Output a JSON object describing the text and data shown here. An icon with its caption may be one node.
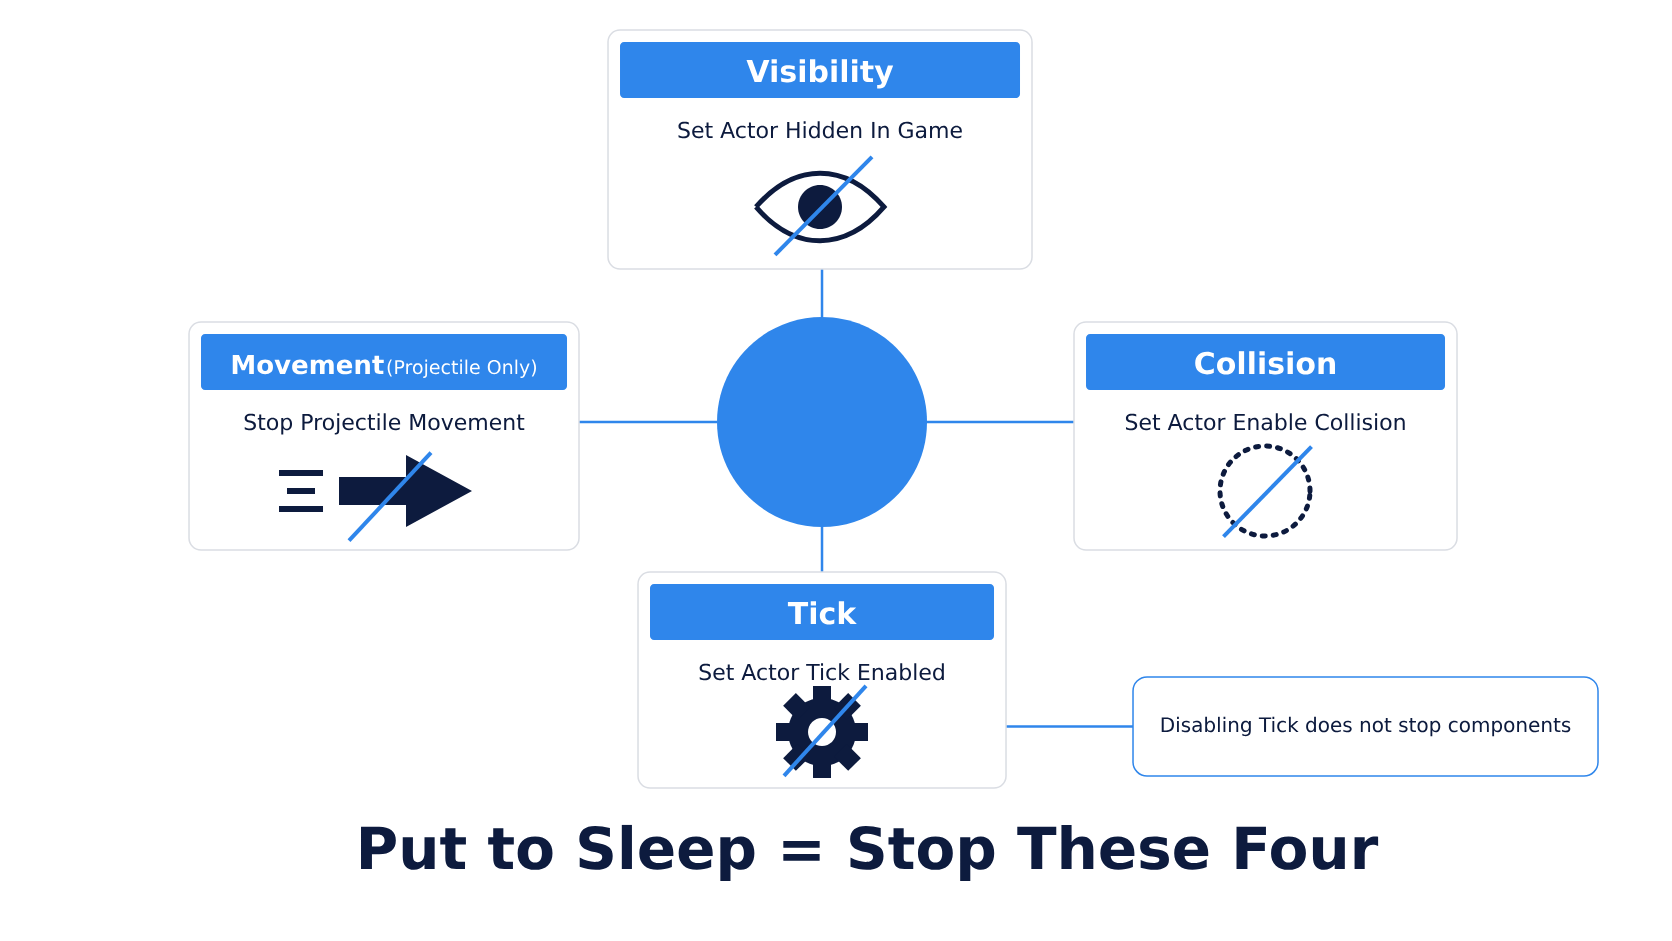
{
  "diagram": {
    "title": "Put to Sleep = Stop These Four",
    "nodes": [
      {
        "text": [
          "Visibility",
          "Set Actor Hidden In Game"
        ]
      },
      {
        "text": [
          "Movement",
          "(Projectile Only)",
          "Stop Projectile Movement"
        ]
      },
      {
        "text": [],
        "shape": "circle"
      },
      {
        "text": [
          "Collision",
          "Set Actor Enable Collision"
        ]
      },
      {
        "text": [
          "Tick",
          "Set Actor Tick Enabled"
        ]
      },
      {
        "text": [
          "Disabling Tick does not stop components"
        ]
      }
    ],
    "edges": [
      {
        "from": 2,
        "to": 0,
        "arrow": "none"
      },
      {
        "from": 2,
        "to": 1,
        "arrow": "none"
      },
      {
        "from": 2,
        "to": 3,
        "arrow": "none"
      },
      {
        "from": 2,
        "to": 4,
        "arrow": "none"
      },
      {
        "from": 4,
        "to": 5,
        "arrow": "none"
      }
    ]
  }
}
